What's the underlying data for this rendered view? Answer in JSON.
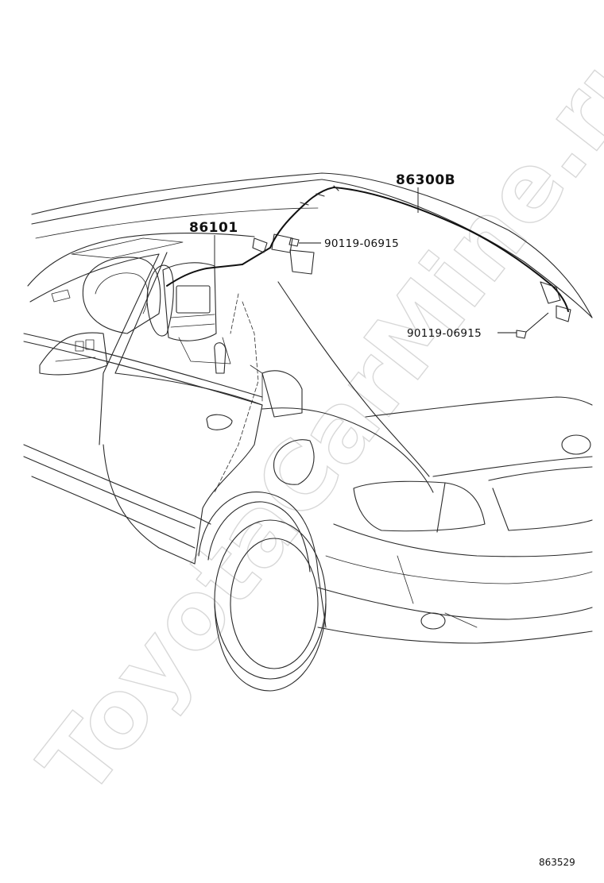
{
  "watermark": "ToyotaCarMine.ru",
  "diagram_code": "863529",
  "callouts": {
    "harness_front": "86101",
    "harness_rear": "86300B",
    "clip_upper": "90119-06915",
    "clip_lower": "90119-06915"
  }
}
